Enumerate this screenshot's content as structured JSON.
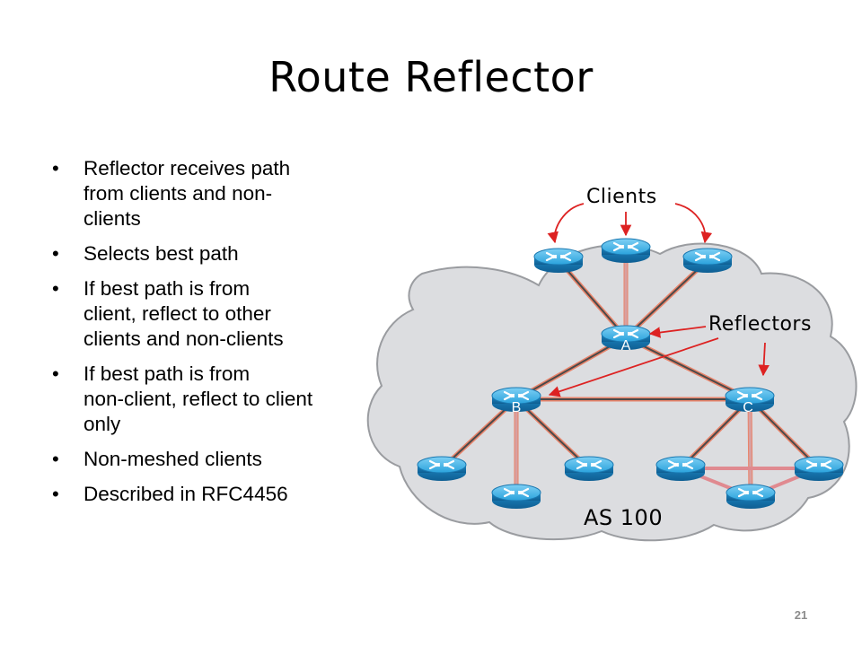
{
  "slide": {
    "title": "Route Reflector",
    "page_number": "21"
  },
  "bullets": [
    "Reflector receives path\nfrom clients and non-\nclients",
    "Selects best path",
    "If best path is from\nclient, reflect to other\nclients and non-clients",
    "If best path is from\nnon-client, reflect to client\nonly",
    "Non-meshed clients",
    "Described in RFC4456"
  ],
  "diagram": {
    "labels": {
      "clients": "Clients",
      "reflectors": "Reflectors",
      "as": "AS 100"
    },
    "router_labels": {
      "a": "A",
      "b": "B",
      "c": "C"
    },
    "colors": {
      "cloud_fill": "#dcdde0",
      "router_body": "#1f8fcc",
      "arrow": "#dd2222",
      "link_outline": "#e8836a"
    }
  }
}
